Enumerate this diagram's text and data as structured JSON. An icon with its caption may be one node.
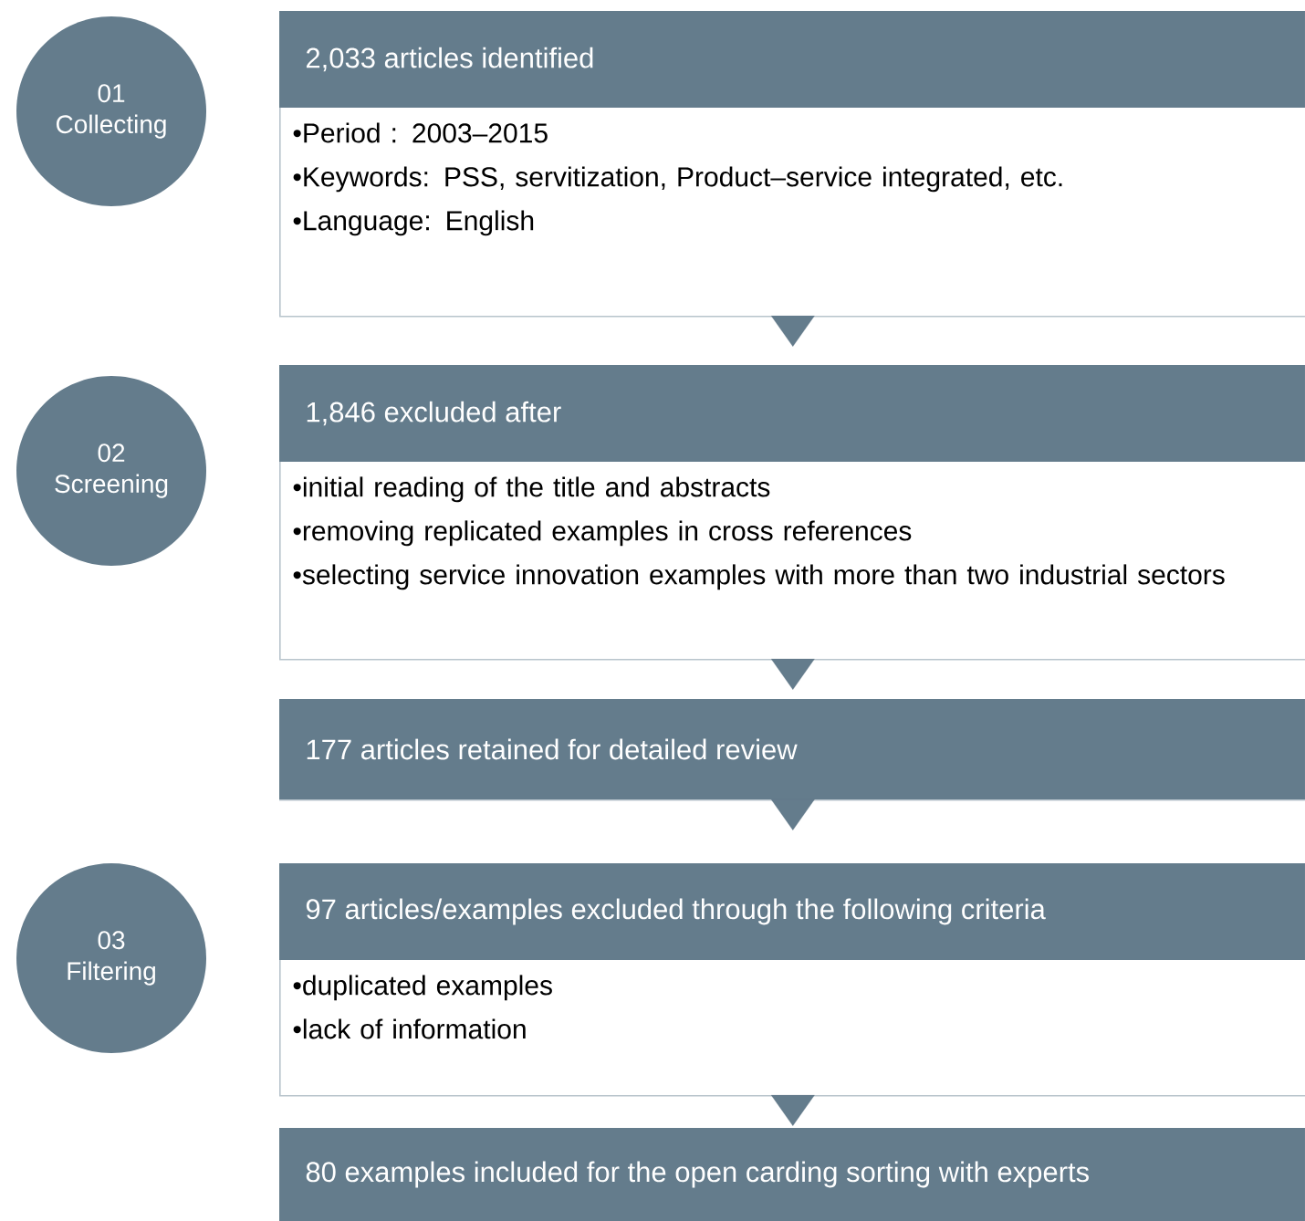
{
  "diagram": {
    "nodes": [
      {
        "text": [
          "01",
          "Collecting"
        ]
      },
      {
        "text": [
          "2,033 articles identified",
          "•Period : 2003–2015",
          "•Keywords: PSS, servitization, Product–service integrated, etc.",
          "•Language: English"
        ]
      },
      {
        "text": [
          "02",
          "Screening"
        ]
      },
      {
        "text": [
          "1,846 excluded after",
          "•initial reading of the title and abstracts",
          "•removing replicated examples in cross references",
          "•selecting service innovation examples with more than two industrial sectors"
        ]
      },
      {
        "text": [
          "177 articles retained for detailed review"
        ]
      },
      {
        "text": [
          "03",
          "Filtering"
        ]
      },
      {
        "text": [
          "97 articles/examples excluded through the following criteria",
          "•duplicated examples",
          "•lack of information"
        ]
      },
      {
        "text": [
          "80 examples included for the open carding sorting with experts"
        ]
      }
    ],
    "edges": [
      {
        "from": 1,
        "to": 3,
        "arrow": "to"
      },
      {
        "from": 3,
        "to": 4,
        "arrow": "to"
      },
      {
        "from": 4,
        "to": 6,
        "arrow": "to"
      },
      {
        "from": 6,
        "to": 7,
        "arrow": "to"
      }
    ]
  }
}
